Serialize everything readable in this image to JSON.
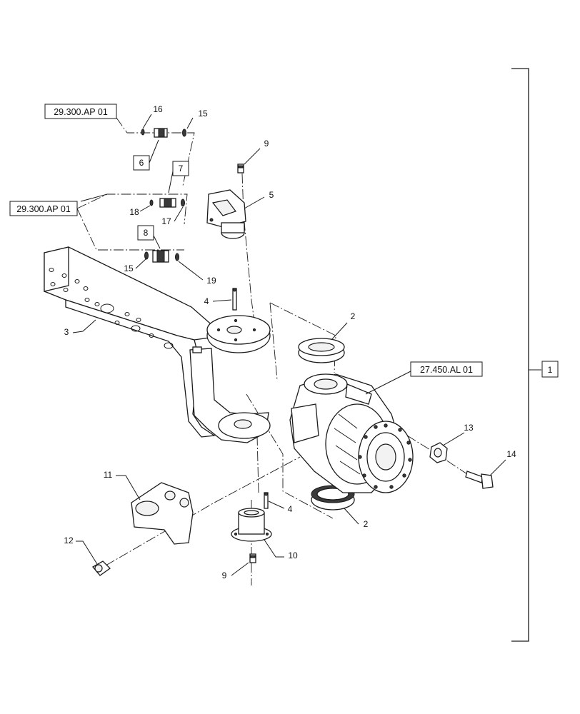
{
  "diagram": {
    "callouts": {
      "c1": "1",
      "c2_top": "2",
      "c2_bottom": "2",
      "c3": "3",
      "c4_top": "4",
      "c4_bottom": "4",
      "c5": "5",
      "c6": "6",
      "c7": "7",
      "c8": "8",
      "c9_top": "9",
      "c9_bottom": "9",
      "c10": "10",
      "c11": "11",
      "c12": "12",
      "c13": "13",
      "c14": "14",
      "c15_top": "15",
      "c15_bottom": "15",
      "c16": "16",
      "c17": "17",
      "c18": "18",
      "c19": "19"
    },
    "references": {
      "ref_top": "29.300.AP 01",
      "ref_mid": "29.300.AP 01",
      "ref_right": "27.450.AL 01"
    }
  }
}
